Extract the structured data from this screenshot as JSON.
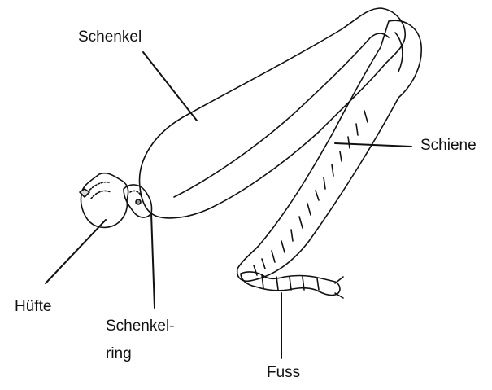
{
  "labels": {
    "schenkel": "Schenkel",
    "schiene": "Schiene",
    "huefte": "Hüfte",
    "schenkelring_line1": "Schenkel-",
    "schenkelring_line2": "ring",
    "fuss": "Fuss"
  },
  "colors": {
    "ink": "#111111",
    "background": "#ffffff"
  }
}
